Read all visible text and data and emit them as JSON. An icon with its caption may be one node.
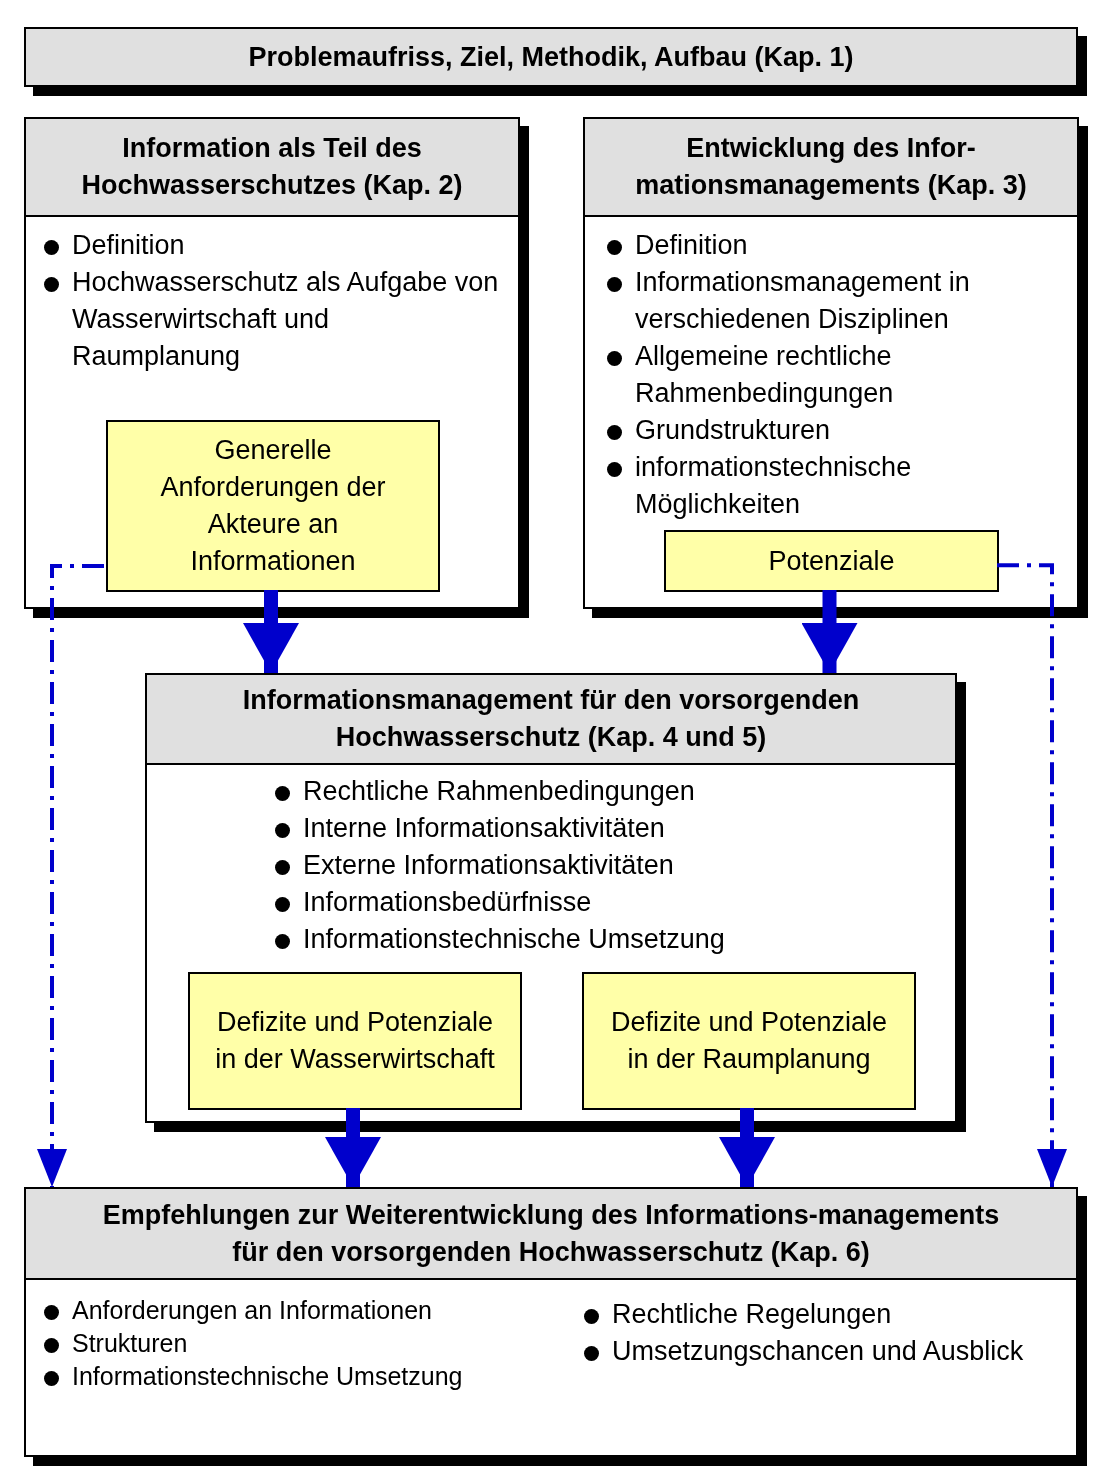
{
  "diagram": {
    "nodes": [
      {
        "text": [
          "Problemaufriss, Ziel, Methodik, Aufbau (Kap. 1)"
        ]
      },
      {
        "text": [
          "Information als Teil des Hochwasserschutzes (Kap. 2)",
          "Definition",
          "Hochwasserschutz als Aufgabe von Wasserwirtschaft und Raumplanung"
        ]
      },
      {
        "text": [
          "Generelle Anforderungen der Akteure an Informationen"
        ],
        "in": 1
      },
      {
        "text": [
          "Entwicklung des Infor-mationsmanagements (Kap. 3)",
          "Definition",
          "Informationsmanagement in verschiedenen Disziplinen",
          "Allgemeine rechtliche Rahmenbedingungen",
          "Grundstrukturen",
          "informationstechnische Möglichkeiten"
        ]
      },
      {
        "text": [
          "Potenziale"
        ],
        "in": 3
      },
      {
        "text": [
          "Informationsmanagement für den vorsorgenden Hochwasserschutz (Kap. 4 und 5)",
          "Rechtliche Rahmenbedingungen",
          "Interne Informationsaktivitäten",
          "Externe Informationsaktivitäten",
          "Informationsbedürfnisse",
          "Informationstechnische Umsetzung"
        ]
      },
      {
        "text": [
          "Defizite und Potenziale in der Wasserwirtschaft"
        ],
        "in": 5
      },
      {
        "text": [
          "Defizite und Potenziale in der Raumplanung"
        ],
        "in": 5
      },
      {
        "text": [
          "Empfehlungen zur Weiterentwicklung des Informations-managements für den vorsorgenden Hochwasserschutz (Kap. 6)",
          "Anforderungen an Informationen",
          "Strukturen",
          "Informationstechnische Umsetzung",
          "Rechtliche Regelungen",
          "Umsetzungschancen und Ausblick"
        ]
      }
    ],
    "edges": [
      {
        "from": 2,
        "to": 5,
        "arrow": "to"
      },
      {
        "from": 4,
        "to": 5,
        "arrow": "to"
      },
      {
        "from": 6,
        "to": 8,
        "arrow": "to"
      },
      {
        "from": 7,
        "to": 8,
        "arrow": "to"
      },
      {
        "from": 2,
        "to": 8,
        "arrow": "to",
        "style": "dashed"
      },
      {
        "from": 4,
        "to": 8,
        "arrow": "to",
        "style": "dashed"
      }
    ]
  }
}
